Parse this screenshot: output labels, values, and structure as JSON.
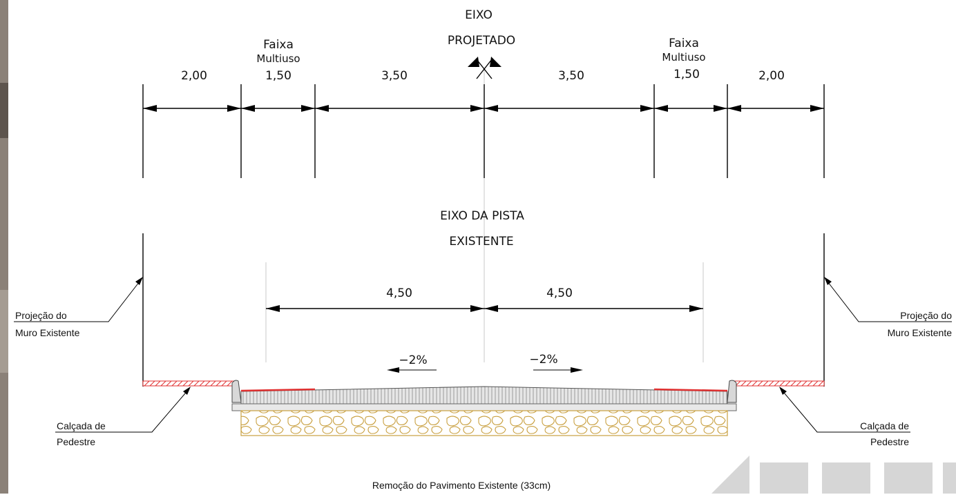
{
  "top_axis": {
    "line1": "EIXO",
    "line2": "PROJETADO"
  },
  "lane_labels": {
    "left": {
      "line1": "Faixa",
      "line2": "Multiuso"
    },
    "right": {
      "line1": "Faixa",
      "line2": "Multiuso"
    }
  },
  "top_dimensions": [
    "2,00",
    "1,50",
    "3,50",
    "3,50",
    "1,50",
    "2,00"
  ],
  "existing_axis": {
    "line1": "EIXO  DA  PISTA",
    "line2": "EXISTENTE"
  },
  "lower_dimensions": [
    "4,50",
    "4,50"
  ],
  "slopes": [
    "−2%",
    "−2%"
  ],
  "callouts": {
    "wall_left": {
      "line1": "Projeção do",
      "line2": "Muro Existente"
    },
    "wall_right": {
      "line1": "Projeção do",
      "line2": "Muro Existente"
    },
    "sidewalk_left": {
      "line1": "Calçada de",
      "line2": "Pedestre"
    },
    "sidewalk_right": {
      "line1": "Calçada de",
      "line2": "Pedestre"
    }
  },
  "bottom_note": "Remoção do Pavimento Existente (33cm)",
  "colors": {
    "sidewalk_red": "#e03030",
    "gravel": "#c9a040",
    "pavement": "#c8c8c8",
    "watermark": "#d6d6d6"
  }
}
